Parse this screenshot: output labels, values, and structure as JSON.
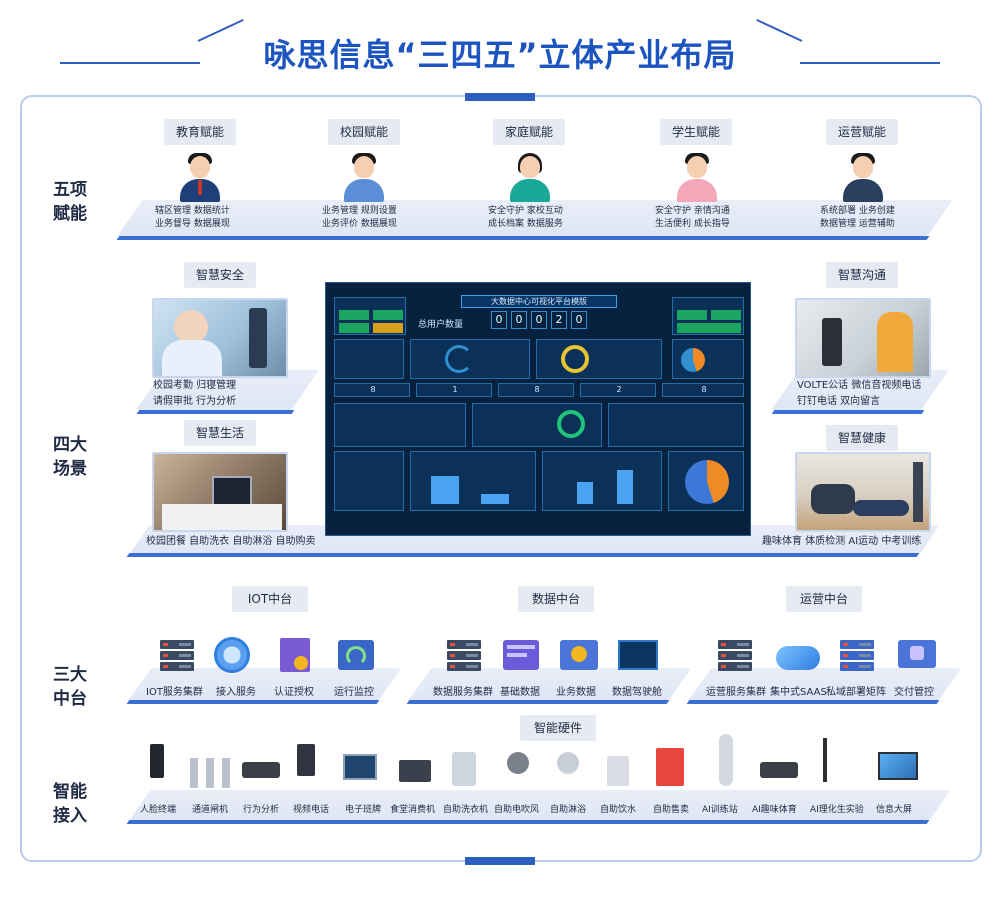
{
  "title": "咏思信息“三四五”立体产业布局",
  "rows": {
    "five": [
      "五项",
      "赋能"
    ],
    "four": [
      "四大",
      "场景"
    ],
    "three": [
      "三大",
      "中台"
    ],
    "smart": [
      "智能",
      "接入"
    ]
  },
  "empower": [
    {
      "label": "教育赋能",
      "lines": [
        "辖区管理   数据统计",
        "业务督导   数据展现"
      ]
    },
    {
      "label": "校园赋能",
      "lines": [
        "业务管理   规则设置",
        "业务评价   数据展现"
      ]
    },
    {
      "label": "家庭赋能",
      "lines": [
        "安全守护   家校互动",
        "成长档案   数据服务"
      ]
    },
    {
      "label": "学生赋能",
      "lines": [
        "安全守护   亲情沟通",
        "生活便利   成长指导"
      ]
    },
    {
      "label": "运营赋能",
      "lines": [
        "系统部署   业务创建",
        "数据管理   运营辅助"
      ]
    }
  ],
  "scenes": {
    "safety": {
      "label": "智慧安全",
      "lines": [
        "校园考勤   归寝管理",
        "请假审批   行为分析"
      ]
    },
    "life": {
      "label": "智慧生活",
      "line": "校园团餐   自助洗衣   自助淋浴   自助购卖"
    },
    "comm": {
      "label": "智慧沟通",
      "lines": [
        "VOLTE公话   微信音视频电话",
        "钉钉电话       双向留言"
      ]
    },
    "health": {
      "label": "智慧健康",
      "line": "趣味体育   体质检测   AI运动   中考训练"
    }
  },
  "dashboard": {
    "title": "大数据中心可视化平台模版",
    "visitor_label": "总用户数量",
    "digits": [
      "0",
      "0",
      "0",
      "2",
      "0"
    ],
    "counters": [
      "8",
      "1",
      "8",
      "2",
      "8"
    ]
  },
  "platforms": [
    {
      "label": "IOT中台",
      "items": [
        "IOT服务集群",
        "接入服务",
        "认证授权",
        "运行监控"
      ]
    },
    {
      "label": "数据中台",
      "items": [
        "数据服务集群",
        "基础数据",
        "业务数据",
        "数据驾驶舱"
      ]
    },
    {
      "label": "运营中台",
      "items": [
        "运营服务集群",
        "集中式SAAS",
        "私域部署矩阵",
        "交付管控"
      ]
    }
  ],
  "hardware": {
    "label": "智能硬件",
    "items": [
      "人脸终端",
      "通道闸机",
      "行为分析",
      "视频电话",
      "电子班牌",
      "食堂消费机",
      "自助洗衣机",
      "自助电吹风",
      "自助淋浴",
      "自助饮水",
      "自助售卖",
      "AI训练站",
      "AI趣味体育",
      "AI理化生实验",
      "信息大屏"
    ]
  },
  "colors": {
    "brand": "#1d55c0",
    "accent": "#3b6fd4",
    "dash_bg": "#07213f"
  }
}
